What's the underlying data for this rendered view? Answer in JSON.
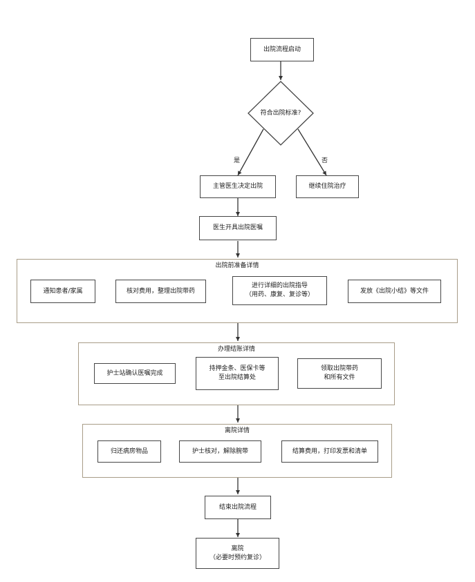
{
  "nodes": {
    "start": "出院流程启动",
    "decision": "符合出院标准?",
    "yes_branch": "主管医生决定出院",
    "no_branch": "继续住院治疗",
    "orders": "医生开具出院医嘱",
    "end_process": "结束出院流程",
    "final": "离院\n（必要时预约复诊）"
  },
  "edge_labels": {
    "yes": "是",
    "no": "否"
  },
  "groups": {
    "prep": {
      "title": "出院前准备详情",
      "items": [
        "通知患者/家属",
        "核对费用，整理出院带药",
        "进行详细的出院指导\n（用药、康复、复诊等）",
        "发放《出院小结》等文件"
      ]
    },
    "settle": {
      "title": "办理结账详情",
      "items": [
        "护士站确认医嘱完成",
        "持押金条、医保卡等\n至出院结算处",
        "领取出院带药\n和所有文件"
      ]
    },
    "leave": {
      "title": "离院详情",
      "items": [
        "归还病房物品",
        "护士核对，解除腕带",
        "结算费用，打印发票和清单"
      ]
    }
  }
}
